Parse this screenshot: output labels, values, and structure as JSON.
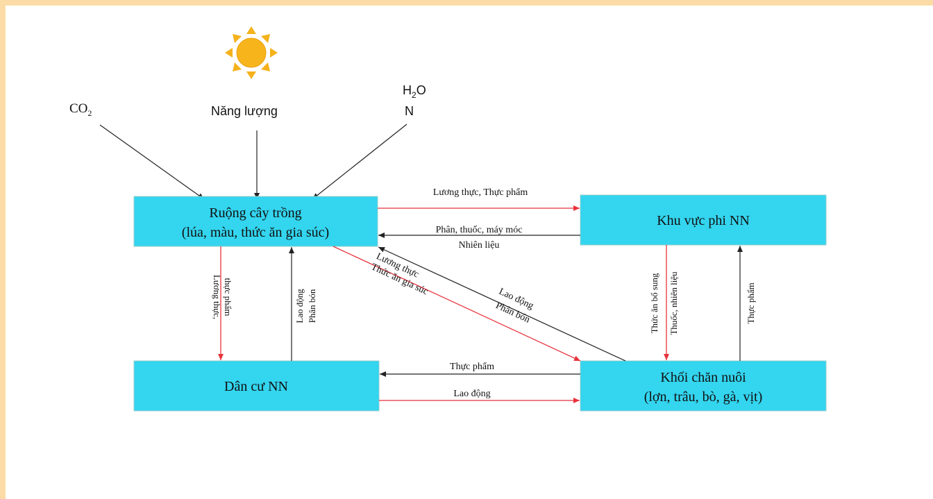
{
  "inputs": {
    "co2": "CO",
    "co2_sub": "2",
    "energy": "Năng lượng",
    "h2o_h": "H",
    "h2o_sub": "2",
    "h2o_o": "O",
    "nitrogen": "N"
  },
  "boxes": {
    "crops_line1": "Ruộng cây trồng",
    "crops_line2": "(lúa, màu, thức ăn gia súc)",
    "non_agri": "Khu vực phi NN",
    "population": "Dân cư NN",
    "livestock_line1": "Khối chăn nuôi",
    "livestock_line2": "(lợn, trâu, bò, gà, vịt)"
  },
  "flows": {
    "crops_to_nonagri": "Lương thực, Thực phẩm",
    "nonagri_to_crops_1": "Phân, thuốc, máy móc",
    "nonagri_to_crops_2": "Nhiên liệu",
    "crops_to_pop_1": "Lương thực,",
    "crops_to_pop_2": "thực phẩm",
    "pop_to_crops_1": "Lao động",
    "pop_to_crops_2": "Phân bón",
    "crops_to_livestock_1": "Lương thực",
    "crops_to_livestock_2": "Thức ăn gia súc",
    "livestock_to_crops_1": "Lao động",
    "livestock_to_crops_2": "Phân bón",
    "nonagri_to_livestock_1": "Thức ăn bổ sung",
    "nonagri_to_livestock_2": "Thuốc, nhiên liệu",
    "livestock_to_nonagri": "Thực phẩm",
    "livestock_to_pop": "Thực phẩm",
    "pop_to_livestock": "Lao động"
  },
  "colors": {
    "box_fill": "#33d5ef",
    "red_arrow": "#e8323c",
    "black_arrow": "#222222",
    "sun": "#f5b21c",
    "page_border": "#fcdca6"
  }
}
